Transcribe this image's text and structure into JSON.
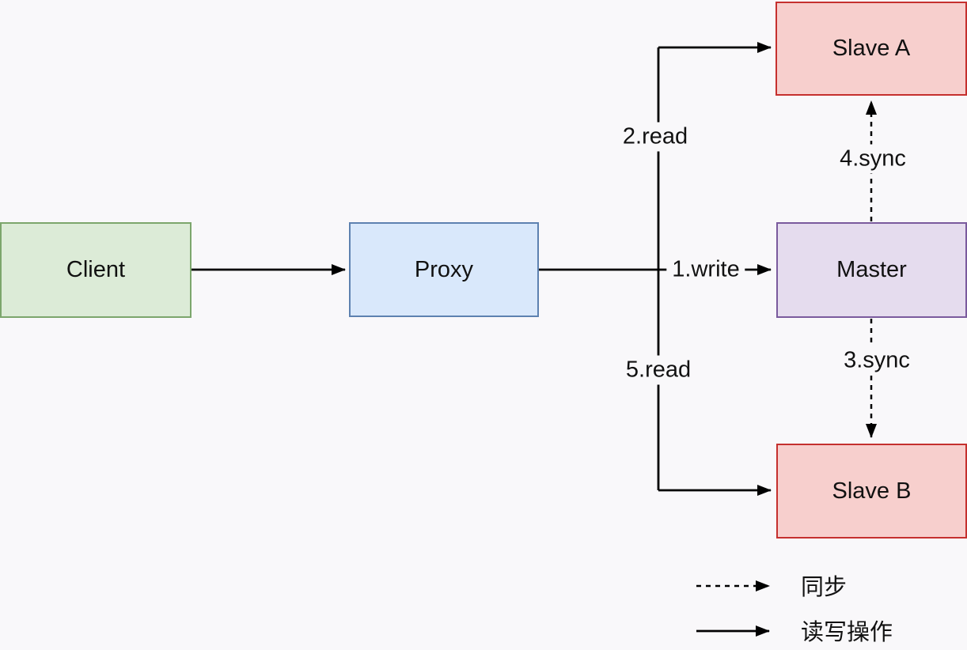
{
  "diagram": {
    "background": "#f9f8fa",
    "line_color": "#000000",
    "text_color": "#111111",
    "nodes": {
      "client": {
        "label": "Client",
        "fill": "#dcebd7",
        "border": "#7ca66c"
      },
      "proxy": {
        "label": "Proxy",
        "fill": "#d9e8fb",
        "border": "#5d81b0"
      },
      "slave_a": {
        "label": "Slave A",
        "fill": "#f7cfcd",
        "border": "#c5302e"
      },
      "master": {
        "label": "Master",
        "fill": "#e5dcee",
        "border": "#7a5a9d"
      },
      "slave_b": {
        "label": "Slave B",
        "fill": "#f7cfcd",
        "border": "#c5302e"
      }
    },
    "edge_labels": {
      "write": "1.write",
      "read_top": "2.read",
      "sync_down": "3.sync",
      "sync_up": "4.sync",
      "read_bottom": "5.read"
    },
    "legend": {
      "sync": "同步",
      "read_write": "读写操作"
    }
  }
}
